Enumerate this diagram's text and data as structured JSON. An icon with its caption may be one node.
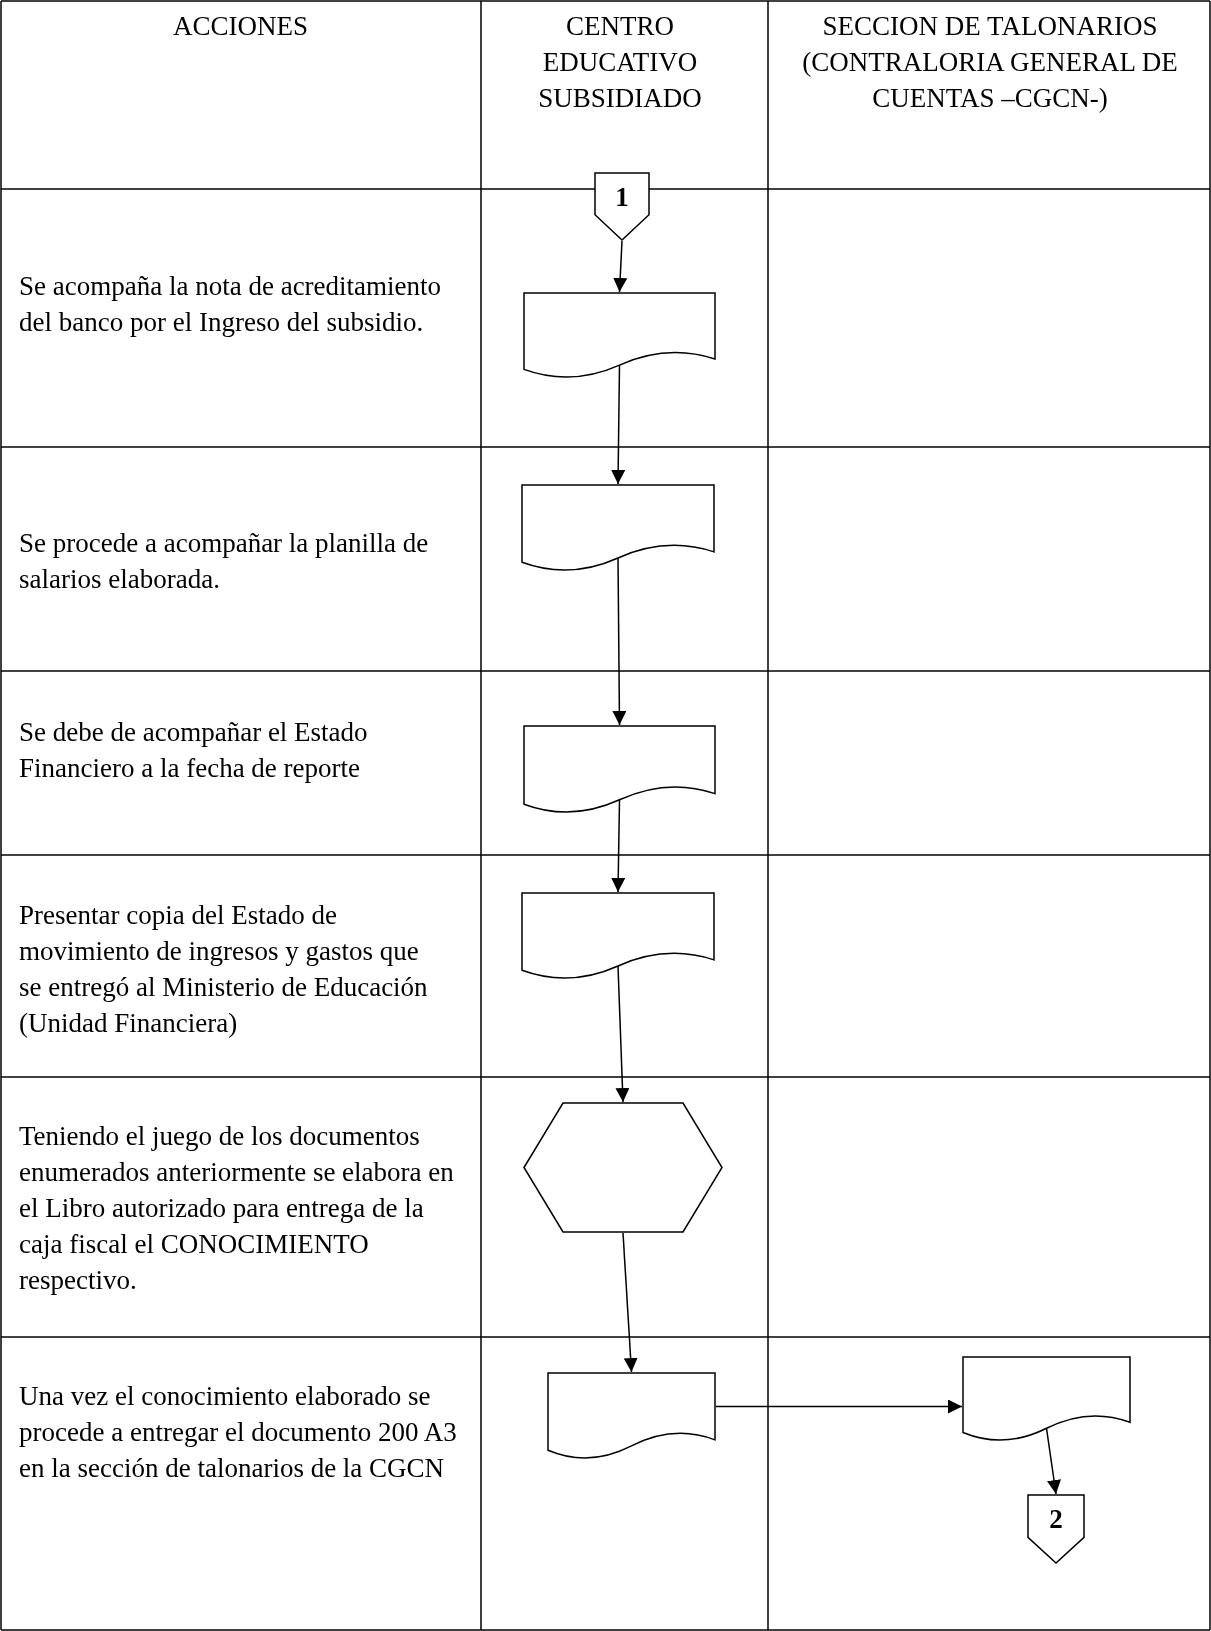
{
  "diagram": {
    "nodes": [
      {
        "text": [
          "1"
        ]
      },
      {
        "text": [],
        "shape": "document"
      },
      {
        "text": [],
        "shape": "document"
      },
      {
        "text": [],
        "shape": "document"
      },
      {
        "text": [],
        "shape": "document"
      },
      {
        "text": [],
        "shape": "hexagon"
      },
      {
        "text": [],
        "shape": "document"
      },
      {
        "text": [],
        "shape": "document"
      },
      {
        "text": [
          "2"
        ]
      }
    ],
    "edges": [
      {
        "from": 0,
        "to": 1,
        "arrow": "to"
      },
      {
        "from": 1,
        "to": 2,
        "arrow": "to"
      },
      {
        "from": 2,
        "to": 3,
        "arrow": "to"
      },
      {
        "from": 3,
        "to": 4,
        "arrow": "to"
      },
      {
        "from": 4,
        "to": 5,
        "arrow": "to"
      },
      {
        "from": 5,
        "to": 6,
        "arrow": "to"
      },
      {
        "from": 6,
        "to": 7,
        "arrow": "to"
      },
      {
        "from": 7,
        "to": 8,
        "arrow": "to"
      }
    ],
    "labels": [
      "ACCIONES",
      "CENTRO EDUCATIVO SUBSIDIADO",
      "SECCION DE TALONARIOS (CONTRALORIA GENERAL DE CUENTAS –CGCN-)",
      "Se acompaña la nota de acreditamiento del banco por el Ingreso del subsidio.",
      "Se procede a acompañar la planilla de salarios elaborada.",
      "Se debe de acompañar el Estado Financiero a la fecha de reporte",
      "Presentar copia del Estado de movimiento de ingresos y gastos que se entregó al Ministerio de Educación (Unidad Financiera)",
      "Teniendo el juego de los documentos enumerados anteriormente se elabora en el Libro autorizado para entrega de la caja fiscal el CONOCIMIENTO respectivo.",
      "Una vez el conocimiento elaborado se procede a entregar el documento 200 A3 en la sección de talonarios de la CGCN"
    ]
  }
}
